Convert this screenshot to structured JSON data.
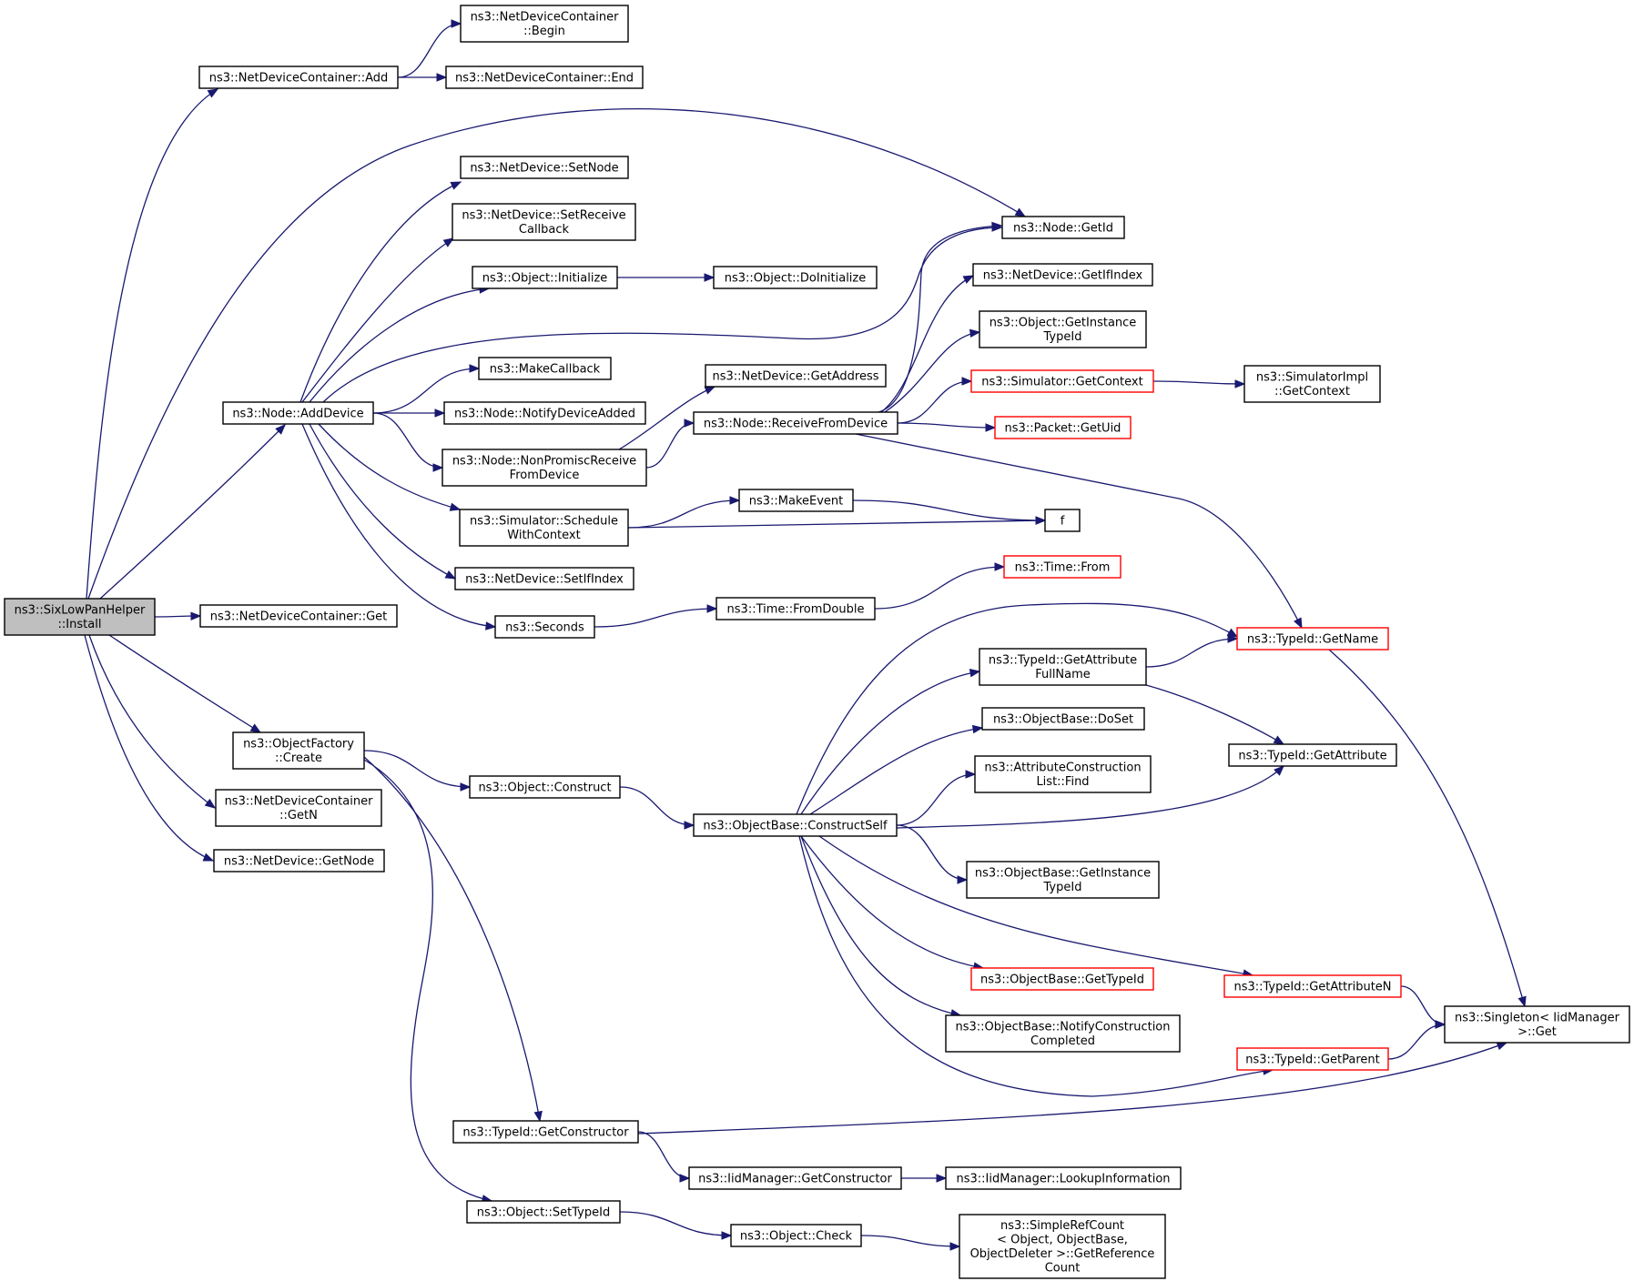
{
  "colors": {
    "edge": "#191970",
    "text": "#000000",
    "node_border": "#000000",
    "node_border_red": "#ff0000",
    "node_fill": "#ffffff",
    "root_fill": "#bfbfbf"
  },
  "nodes": [
    {
      "id": "install",
      "lines": [
        "ns3::SixLowPanHelper",
        "::Install"
      ],
      "root": true
    },
    {
      "id": "ndc_add",
      "lines": [
        "ns3::NetDeviceContainer::Add"
      ]
    },
    {
      "id": "ndc_begin",
      "lines": [
        "ns3::NetDeviceContainer",
        "::Begin"
      ]
    },
    {
      "id": "ndc_end",
      "lines": [
        "ns3::NetDeviceContainer::End"
      ]
    },
    {
      "id": "node_getid",
      "lines": [
        "ns3::Node::GetId"
      ]
    },
    {
      "id": "nd_setnode",
      "lines": [
        "ns3::NetDevice::SetNode"
      ]
    },
    {
      "id": "nd_setreceive",
      "lines": [
        "ns3::NetDevice::SetReceive",
        "Callback"
      ]
    },
    {
      "id": "obj_initialize",
      "lines": [
        "ns3::Object::Initialize"
      ]
    },
    {
      "id": "obj_doinitialize",
      "lines": [
        "ns3::Object::DoInitialize"
      ]
    },
    {
      "id": "nd_getifindex",
      "lines": [
        "ns3::NetDevice::GetIfIndex"
      ]
    },
    {
      "id": "obj_getinstancetypeid",
      "lines": [
        "ns3::Object::GetInstance",
        "TypeId"
      ]
    },
    {
      "id": "makecallback",
      "lines": [
        "ns3::MakeCallback"
      ]
    },
    {
      "id": "nd_getaddress",
      "lines": [
        "ns3::NetDevice::GetAddress"
      ]
    },
    {
      "id": "sim_getcontext",
      "lines": [
        "ns3::Simulator::GetContext"
      ],
      "red": true
    },
    {
      "id": "simimpl_getcontext",
      "lines": [
        "ns3::SimulatorImpl",
        "::GetContext"
      ]
    },
    {
      "id": "node_adddevice",
      "lines": [
        "ns3::Node::AddDevice"
      ]
    },
    {
      "id": "node_notify",
      "lines": [
        "ns3::Node::NotifyDeviceAdded"
      ]
    },
    {
      "id": "node_receive",
      "lines": [
        "ns3::Node::ReceiveFromDevice"
      ]
    },
    {
      "id": "packet_getuid",
      "lines": [
        "ns3::Packet::GetUid"
      ],
      "red": true
    },
    {
      "id": "node_nonpromisc",
      "lines": [
        "ns3::Node::NonPromiscReceive",
        "FromDevice"
      ]
    },
    {
      "id": "makeevent",
      "lines": [
        "ns3::MakeEvent"
      ]
    },
    {
      "id": "f",
      "lines": [
        "f"
      ]
    },
    {
      "id": "sim_schedule",
      "lines": [
        "ns3::Simulator::Schedule",
        "WithContext"
      ]
    },
    {
      "id": "nd_setifindex",
      "lines": [
        "ns3::NetDevice::SetIfIndex"
      ]
    },
    {
      "id": "time_from",
      "lines": [
        "ns3::Time::From"
      ],
      "red": true
    },
    {
      "id": "ndc_get",
      "lines": [
        "ns3::NetDeviceContainer::Get"
      ]
    },
    {
      "id": "time_fromdouble",
      "lines": [
        "ns3::Time::FromDouble"
      ]
    },
    {
      "id": "seconds",
      "lines": [
        "ns3::Seconds"
      ]
    },
    {
      "id": "typeid_getname",
      "lines": [
        "ns3::TypeId::GetName"
      ],
      "red": true
    },
    {
      "id": "typeid_getattrfull",
      "lines": [
        "ns3::TypeId::GetAttribute",
        "FullName"
      ]
    },
    {
      "id": "ob_doset",
      "lines": [
        "ns3::ObjectBase::DoSet"
      ]
    },
    {
      "id": "objfactory_create",
      "lines": [
        "ns3::ObjectFactory",
        "::Create"
      ]
    },
    {
      "id": "typeid_getattribute",
      "lines": [
        "ns3::TypeId::GetAttribute"
      ]
    },
    {
      "id": "attrconstr_find",
      "lines": [
        "ns3::AttributeConstruction",
        "List::Find"
      ]
    },
    {
      "id": "obj_construct",
      "lines": [
        "ns3::Object::Construct"
      ]
    },
    {
      "id": "ndc_getn",
      "lines": [
        "ns3::NetDeviceContainer",
        "::GetN"
      ]
    },
    {
      "id": "ob_constructself",
      "lines": [
        "ns3::ObjectBase::ConstructSelf"
      ]
    },
    {
      "id": "nd_getnode",
      "lines": [
        "ns3::NetDevice::GetNode"
      ]
    },
    {
      "id": "ob_getinstancetypeid",
      "lines": [
        "ns3::ObjectBase::GetInstance",
        "TypeId"
      ]
    },
    {
      "id": "ob_gettypeid",
      "lines": [
        "ns3::ObjectBase::GetTypeId"
      ],
      "red": true
    },
    {
      "id": "typeid_getattributen",
      "lines": [
        "ns3::TypeId::GetAttributeN"
      ],
      "red": true
    },
    {
      "id": "singleton_get",
      "lines": [
        "ns3::Singleton< IidManager",
        ">::Get"
      ]
    },
    {
      "id": "ob_notifyconstr",
      "lines": [
        "ns3::ObjectBase::NotifyConstruction",
        "Completed"
      ]
    },
    {
      "id": "typeid_getparent",
      "lines": [
        "ns3::TypeId::GetParent"
      ],
      "red": true
    },
    {
      "id": "typeid_getconstructor",
      "lines": [
        "ns3::TypeId::GetConstructor"
      ]
    },
    {
      "id": "iid_getconstructor",
      "lines": [
        "ns3::IidManager::GetConstructor"
      ]
    },
    {
      "id": "iid_lookup",
      "lines": [
        "ns3::IidManager::LookupInformation"
      ]
    },
    {
      "id": "obj_settypeid",
      "lines": [
        "ns3::Object::SetTypeId"
      ]
    },
    {
      "id": "obj_check",
      "lines": [
        "ns3::Object::Check"
      ]
    },
    {
      "id": "simplerefcount",
      "lines": [
        "ns3::SimpleRefCount",
        "< Object, ObjectBase,",
        "ObjectDeleter >::GetReference",
        "Count"
      ]
    }
  ],
  "edges": [
    {
      "from": "install",
      "to": "ndc_add"
    },
    {
      "from": "install",
      "to": "node_getid"
    },
    {
      "from": "install",
      "to": "node_adddevice"
    },
    {
      "from": "install",
      "to": "ndc_get"
    },
    {
      "from": "install",
      "to": "objfactory_create"
    },
    {
      "from": "install",
      "to": "ndc_getn"
    },
    {
      "from": "install",
      "to": "nd_getnode"
    },
    {
      "from": "ndc_add",
      "to": "ndc_begin"
    },
    {
      "from": "ndc_add",
      "to": "ndc_end"
    },
    {
      "from": "node_adddevice",
      "to": "nd_setnode"
    },
    {
      "from": "node_adddevice",
      "to": "nd_setreceive"
    },
    {
      "from": "node_adddevice",
      "to": "obj_initialize"
    },
    {
      "from": "node_adddevice",
      "to": "node_getid"
    },
    {
      "from": "node_adddevice",
      "to": "makecallback"
    },
    {
      "from": "node_adddevice",
      "to": "node_notify"
    },
    {
      "from": "node_adddevice",
      "to": "node_nonpromisc"
    },
    {
      "from": "node_adddevice",
      "to": "sim_schedule"
    },
    {
      "from": "node_adddevice",
      "to": "nd_setifindex"
    },
    {
      "from": "node_adddevice",
      "to": "seconds"
    },
    {
      "from": "obj_initialize",
      "to": "obj_doinitialize"
    },
    {
      "from": "node_nonpromisc",
      "to": "nd_getaddress"
    },
    {
      "from": "node_nonpromisc",
      "to": "node_receive"
    },
    {
      "from": "node_receive",
      "to": "node_getid"
    },
    {
      "from": "node_receive",
      "to": "nd_getifindex"
    },
    {
      "from": "node_receive",
      "to": "obj_getinstancetypeid"
    },
    {
      "from": "node_receive",
      "to": "sim_getcontext"
    },
    {
      "from": "node_receive",
      "to": "packet_getuid"
    },
    {
      "from": "node_receive",
      "to": "typeid_getname"
    },
    {
      "from": "sim_getcontext",
      "to": "simimpl_getcontext"
    },
    {
      "from": "sim_schedule",
      "to": "makeevent"
    },
    {
      "from": "sim_schedule",
      "to": "f"
    },
    {
      "from": "makeevent",
      "to": "f"
    },
    {
      "from": "seconds",
      "to": "time_fromdouble"
    },
    {
      "from": "time_fromdouble",
      "to": "time_from"
    },
    {
      "from": "objfactory_create",
      "to": "obj_construct"
    },
    {
      "from": "objfactory_create",
      "to": "typeid_getconstructor"
    },
    {
      "from": "objfactory_create",
      "to": "obj_settypeid"
    },
    {
      "from": "obj_construct",
      "to": "ob_constructself"
    },
    {
      "from": "ob_constructself",
      "to": "typeid_getname"
    },
    {
      "from": "ob_constructself",
      "to": "typeid_getattrfull"
    },
    {
      "from": "ob_constructself",
      "to": "ob_doset"
    },
    {
      "from": "ob_constructself",
      "to": "attrconstr_find"
    },
    {
      "from": "ob_constructself",
      "to": "typeid_getattribute"
    },
    {
      "from": "ob_constructself",
      "to": "ob_getinstancetypeid"
    },
    {
      "from": "ob_constructself",
      "to": "ob_gettypeid"
    },
    {
      "from": "ob_constructself",
      "to": "typeid_getattributen"
    },
    {
      "from": "ob_constructself",
      "to": "ob_notifyconstr"
    },
    {
      "from": "ob_constructself",
      "to": "typeid_getparent"
    },
    {
      "from": "typeid_getattrfull",
      "to": "typeid_getname"
    },
    {
      "from": "typeid_getattrfull",
      "to": "typeid_getattribute"
    },
    {
      "from": "typeid_getname",
      "to": "singleton_get"
    },
    {
      "from": "typeid_getattributen",
      "to": "singleton_get"
    },
    {
      "from": "typeid_getparent",
      "to": "singleton_get"
    },
    {
      "from": "typeid_getconstructor",
      "to": "iid_getconstructor"
    },
    {
      "from": "typeid_getconstructor",
      "to": "singleton_get"
    },
    {
      "from": "iid_getconstructor",
      "to": "iid_lookup"
    },
    {
      "from": "obj_settypeid",
      "to": "obj_check"
    },
    {
      "from": "obj_check",
      "to": "simplerefcount"
    }
  ]
}
